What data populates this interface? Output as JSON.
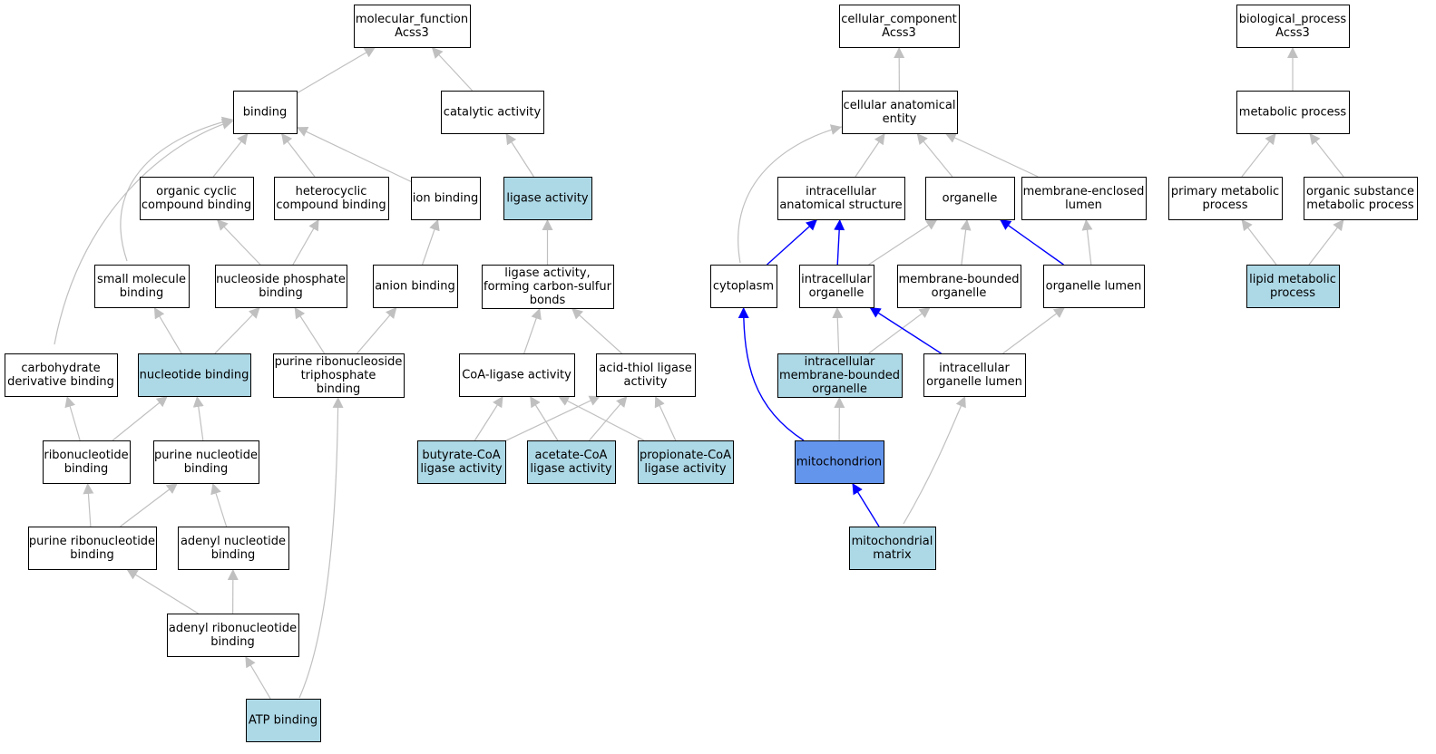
{
  "colors": {
    "plain_fill": "#ffffff",
    "annotated_fill": "#add8e6",
    "focus_fill": "#6495ed",
    "edge_gray": "#c0c0c0",
    "edge_blue": "#0000ff"
  },
  "nodes": [
    {
      "id": "mf_root",
      "lines": [
        "molecular_function",
        "Acss3"
      ],
      "style": "plain"
    },
    {
      "id": "binding",
      "lines": [
        "binding"
      ],
      "style": "plain"
    },
    {
      "id": "catalytic_activity",
      "lines": [
        "catalytic activity"
      ],
      "style": "plain"
    },
    {
      "id": "organic_cyclic",
      "lines": [
        "organic cyclic",
        "compound binding"
      ],
      "style": "plain"
    },
    {
      "id": "heterocyclic",
      "lines": [
        "heterocyclic",
        "compound binding"
      ],
      "style": "plain"
    },
    {
      "id": "ion_binding",
      "lines": [
        "ion binding"
      ],
      "style": "plain"
    },
    {
      "id": "ligase_activity",
      "lines": [
        "ligase activity"
      ],
      "style": "annotated"
    },
    {
      "id": "small_molecule",
      "lines": [
        "small molecule",
        "binding"
      ],
      "style": "plain"
    },
    {
      "id": "nucleoside_phosphate",
      "lines": [
        "nucleoside phosphate",
        "binding"
      ],
      "style": "plain"
    },
    {
      "id": "anion_binding",
      "lines": [
        "anion binding"
      ],
      "style": "plain"
    },
    {
      "id": "ligase_cs",
      "lines": [
        "ligase activity,",
        "forming carbon-sulfur",
        "bonds"
      ],
      "style": "plain"
    },
    {
      "id": "carbohydrate",
      "lines": [
        "carbohydrate",
        "derivative binding"
      ],
      "style": "plain"
    },
    {
      "id": "nucleotide_binding",
      "lines": [
        "nucleotide binding"
      ],
      "style": "annotated"
    },
    {
      "id": "purine_rntp",
      "lines": [
        "purine ribonucleoside",
        "triphosphate",
        "binding"
      ],
      "style": "plain"
    },
    {
      "id": "coa_ligase",
      "lines": [
        "CoA-ligase activity"
      ],
      "style": "plain"
    },
    {
      "id": "acid_thiol",
      "lines": [
        "acid-thiol ligase",
        "activity"
      ],
      "style": "plain"
    },
    {
      "id": "ribonucleotide",
      "lines": [
        "ribonucleotide",
        "binding"
      ],
      "style": "plain"
    },
    {
      "id": "purine_nucleotide",
      "lines": [
        "purine nucleotide",
        "binding"
      ],
      "style": "plain"
    },
    {
      "id": "butyrate",
      "lines": [
        "butyrate-CoA",
        "ligase activity"
      ],
      "style": "annotated"
    },
    {
      "id": "acetate",
      "lines": [
        "acetate-CoA",
        "ligase activity"
      ],
      "style": "annotated"
    },
    {
      "id": "propionate",
      "lines": [
        "propionate-CoA",
        "ligase activity"
      ],
      "style": "annotated"
    },
    {
      "id": "purine_ribonucleotide",
      "lines": [
        "purine ribonucleotide",
        "binding"
      ],
      "style": "plain"
    },
    {
      "id": "adenyl_nucleotide",
      "lines": [
        "adenyl nucleotide",
        "binding"
      ],
      "style": "plain"
    },
    {
      "id": "adenyl_ribonucleotide",
      "lines": [
        "adenyl ribonucleotide",
        "binding"
      ],
      "style": "plain"
    },
    {
      "id": "atp_binding",
      "lines": [
        "ATP binding"
      ],
      "style": "annotated"
    },
    {
      "id": "cc_root",
      "lines": [
        "cellular_component",
        "Acss3"
      ],
      "style": "plain"
    },
    {
      "id": "cae",
      "lines": [
        "cellular anatomical",
        "entity"
      ],
      "style": "plain"
    },
    {
      "id": "ias",
      "lines": [
        "intracellular",
        "anatomical structure"
      ],
      "style": "plain"
    },
    {
      "id": "organelle",
      "lines": [
        "organelle"
      ],
      "style": "plain"
    },
    {
      "id": "mel",
      "lines": [
        "membrane-enclosed",
        "lumen"
      ],
      "style": "plain"
    },
    {
      "id": "cytoplasm",
      "lines": [
        "cytoplasm"
      ],
      "style": "plain"
    },
    {
      "id": "intra_organelle",
      "lines": [
        "intracellular",
        "organelle"
      ],
      "style": "plain"
    },
    {
      "id": "mbo",
      "lines": [
        "membrane-bounded",
        "organelle"
      ],
      "style": "plain"
    },
    {
      "id": "organelle_lumen",
      "lines": [
        "organelle lumen"
      ],
      "style": "plain"
    },
    {
      "id": "imbo",
      "lines": [
        "intracellular",
        "membrane-bounded",
        "organelle"
      ],
      "style": "annotated"
    },
    {
      "id": "iol",
      "lines": [
        "intracellular",
        "organelle lumen"
      ],
      "style": "plain"
    },
    {
      "id": "mitochondrion",
      "lines": [
        "mitochondrion"
      ],
      "style": "focus"
    },
    {
      "id": "mito_matrix",
      "lines": [
        "mitochondrial",
        "matrix"
      ],
      "style": "annotated"
    },
    {
      "id": "bp_root",
      "lines": [
        "biological_process",
        "Acss3"
      ],
      "style": "plain"
    },
    {
      "id": "metabolic",
      "lines": [
        "metabolic process"
      ],
      "style": "plain"
    },
    {
      "id": "primary_metabolic",
      "lines": [
        "primary metabolic",
        "process"
      ],
      "style": "plain"
    },
    {
      "id": "organic_substance",
      "lines": [
        "organic substance",
        "metabolic process"
      ],
      "style": "plain"
    },
    {
      "id": "lipid_metabolic",
      "lines": [
        "lipid metabolic",
        "process"
      ],
      "style": "annotated"
    }
  ],
  "edges": [
    {
      "from": "binding",
      "to": "mf_root",
      "color": "gray"
    },
    {
      "from": "catalytic_activity",
      "to": "mf_root",
      "color": "gray"
    },
    {
      "from": "organic_cyclic",
      "to": "binding",
      "color": "gray"
    },
    {
      "from": "heterocyclic",
      "to": "binding",
      "color": "gray"
    },
    {
      "from": "ion_binding",
      "to": "binding",
      "color": "gray"
    },
    {
      "from": "small_molecule",
      "to": "binding",
      "color": "gray"
    },
    {
      "from": "carbohydrate",
      "to": "binding",
      "color": "gray"
    },
    {
      "from": "ligase_activity",
      "to": "catalytic_activity",
      "color": "gray"
    },
    {
      "from": "nucleoside_phosphate",
      "to": "organic_cyclic",
      "color": "gray"
    },
    {
      "from": "nucleoside_phosphate",
      "to": "heterocyclic",
      "color": "gray"
    },
    {
      "from": "anion_binding",
      "to": "ion_binding",
      "color": "gray"
    },
    {
      "from": "ligase_cs",
      "to": "ligase_activity",
      "color": "gray"
    },
    {
      "from": "nucleotide_binding",
      "to": "small_molecule",
      "color": "gray"
    },
    {
      "from": "nucleotide_binding",
      "to": "nucleoside_phosphate",
      "color": "gray"
    },
    {
      "from": "purine_rntp",
      "to": "nucleoside_phosphate",
      "color": "gray"
    },
    {
      "from": "purine_rntp",
      "to": "anion_binding",
      "color": "gray"
    },
    {
      "from": "coa_ligase",
      "to": "ligase_cs",
      "color": "gray"
    },
    {
      "from": "acid_thiol",
      "to": "ligase_cs",
      "color": "gray"
    },
    {
      "from": "ribonucleotide",
      "to": "carbohydrate",
      "color": "gray"
    },
    {
      "from": "ribonucleotide",
      "to": "nucleotide_binding",
      "color": "gray"
    },
    {
      "from": "purine_nucleotide",
      "to": "nucleotide_binding",
      "color": "gray"
    },
    {
      "from": "butyrate",
      "to": "coa_ligase",
      "color": "gray"
    },
    {
      "from": "butyrate",
      "to": "acid_thiol",
      "color": "gray"
    },
    {
      "from": "acetate",
      "to": "coa_ligase",
      "color": "gray"
    },
    {
      "from": "acetate",
      "to": "acid_thiol",
      "color": "gray"
    },
    {
      "from": "propionate",
      "to": "coa_ligase",
      "color": "gray"
    },
    {
      "from": "propionate",
      "to": "acid_thiol",
      "color": "gray"
    },
    {
      "from": "purine_ribonucleotide",
      "to": "ribonucleotide",
      "color": "gray"
    },
    {
      "from": "purine_ribonucleotide",
      "to": "purine_nucleotide",
      "color": "gray"
    },
    {
      "from": "adenyl_nucleotide",
      "to": "purine_nucleotide",
      "color": "gray"
    },
    {
      "from": "adenyl_ribonucleotide",
      "to": "purine_ribonucleotide",
      "color": "gray"
    },
    {
      "from": "adenyl_ribonucleotide",
      "to": "adenyl_nucleotide",
      "color": "gray"
    },
    {
      "from": "atp_binding",
      "to": "adenyl_ribonucleotide",
      "color": "gray"
    },
    {
      "from": "atp_binding",
      "to": "purine_rntp",
      "color": "gray"
    },
    {
      "from": "cae",
      "to": "cc_root",
      "color": "gray"
    },
    {
      "from": "ias",
      "to": "cae",
      "color": "gray"
    },
    {
      "from": "organelle",
      "to": "cae",
      "color": "gray"
    },
    {
      "from": "mel",
      "to": "cae",
      "color": "gray"
    },
    {
      "from": "cytoplasm",
      "to": "cae",
      "color": "gray"
    },
    {
      "from": "cytoplasm",
      "to": "ias",
      "color": "blue"
    },
    {
      "from": "intra_organelle",
      "to": "ias",
      "color": "blue"
    },
    {
      "from": "intra_organelle",
      "to": "organelle",
      "color": "gray"
    },
    {
      "from": "mbo",
      "to": "organelle",
      "color": "gray"
    },
    {
      "from": "organelle_lumen",
      "to": "organelle",
      "color": "blue"
    },
    {
      "from": "organelle_lumen",
      "to": "mel",
      "color": "gray"
    },
    {
      "from": "imbo",
      "to": "intra_organelle",
      "color": "gray"
    },
    {
      "from": "imbo",
      "to": "mbo",
      "color": "gray"
    },
    {
      "from": "iol",
      "to": "intra_organelle",
      "color": "blue"
    },
    {
      "from": "iol",
      "to": "organelle_lumen",
      "color": "gray"
    },
    {
      "from": "mitochondrion",
      "to": "imbo",
      "color": "gray"
    },
    {
      "from": "mitochondrion",
      "to": "cytoplasm",
      "color": "blue"
    },
    {
      "from": "mito_matrix",
      "to": "mitochondrion",
      "color": "blue"
    },
    {
      "from": "mito_matrix",
      "to": "iol",
      "color": "gray"
    },
    {
      "from": "metabolic",
      "to": "bp_root",
      "color": "gray"
    },
    {
      "from": "primary_metabolic",
      "to": "metabolic",
      "color": "gray"
    },
    {
      "from": "organic_substance",
      "to": "metabolic",
      "color": "gray"
    },
    {
      "from": "lipid_metabolic",
      "to": "primary_metabolic",
      "color": "gray"
    },
    {
      "from": "lipid_metabolic",
      "to": "organic_substance",
      "color": "gray"
    }
  ]
}
